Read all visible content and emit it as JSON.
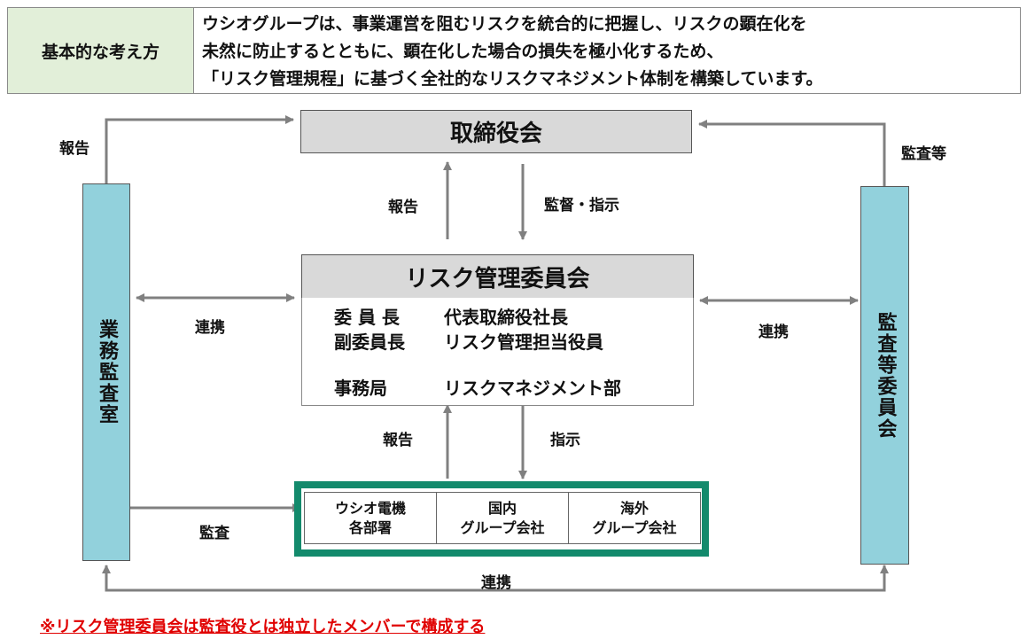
{
  "header": {
    "label": "基本的な考え方",
    "lines": [
      "ウシオグループは、事業運営を阻むリスクを統合的に把握し、リスクの顕在化を",
      "未然に防止するとともに、顕在化した場合の損失を極小化するため、",
      "「リスク管理規程」に基づく全社的なリスクマネジメント体制を構築しています。"
    ]
  },
  "diagram": {
    "board": "取締役会",
    "risk_committee": {
      "title": "リスク管理委員会",
      "rows": [
        {
          "role": "委 員 長",
          "member": "代表取締役社長"
        },
        {
          "role": "副委員長",
          "member": "リスク管理担当役員"
        },
        {
          "role": "事務局",
          "member": "リスクマネジメント部"
        }
      ]
    },
    "internal_audit": "業務監査室",
    "audit_committee": "監査等委員会",
    "departments": [
      {
        "line1": "ウシオ電機",
        "line2": "各部署"
      },
      {
        "line1": "国内",
        "line2": "グループ会社"
      },
      {
        "line1": "海外",
        "line2": "グループ会社"
      }
    ],
    "labels": {
      "report_top_left": "報告",
      "audit_etc": "監査等",
      "report_to_board": "報告",
      "supervise": "監督・指示",
      "coop_left": "連携",
      "coop_right": "連携",
      "report_to_rmc": "報告",
      "instruct": "指示",
      "audit": "監査",
      "coop_bottom": "連携"
    }
  },
  "note": "※リスク管理委員会は監査役とは独立したメンバーで構成する"
}
